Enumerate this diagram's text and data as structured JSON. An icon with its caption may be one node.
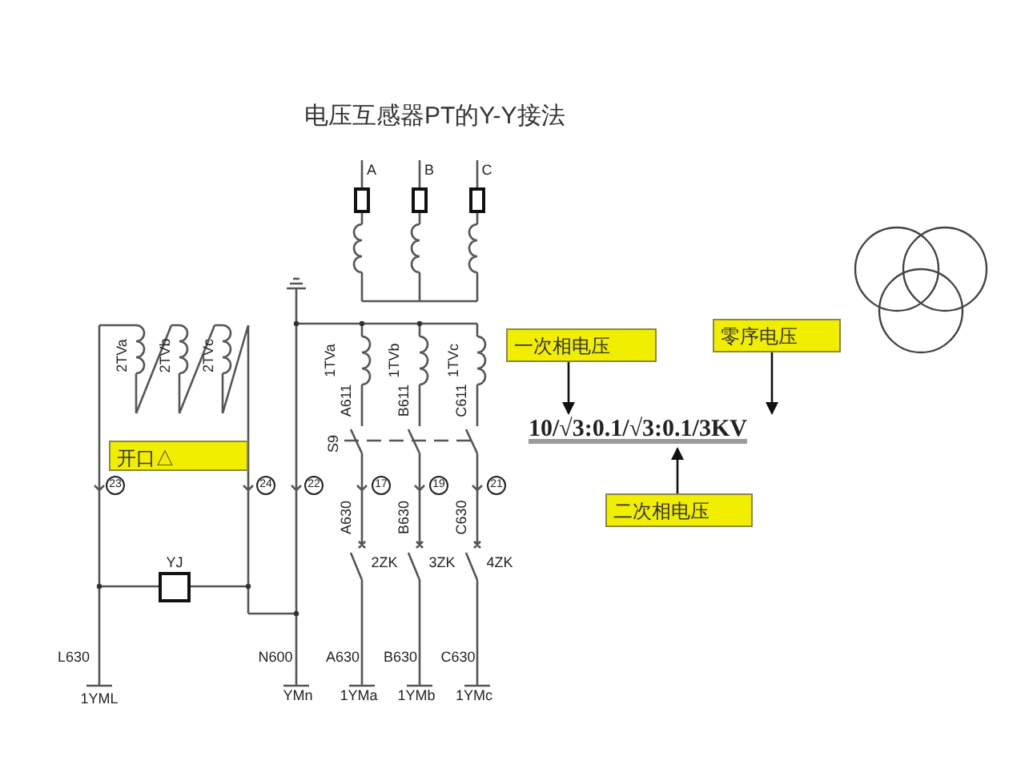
{
  "diagram": {
    "title": "电压互感器PT的Y-Y接法",
    "nodes": [
      {
        "text": [
          "开口△"
        ]
      },
      {
        "text": [
          "一次相电压"
        ]
      },
      {
        "text": [
          "零序电压"
        ]
      },
      {
        "text": [
          "10/√3:0.1/√3:0.1/3KV"
        ]
      },
      {
        "text": [
          "二次相电压"
        ]
      }
    ],
    "edges": [
      {
        "from": 1,
        "to": 3,
        "arrow": "to"
      },
      {
        "from": 2,
        "to": 3,
        "arrow": "to"
      },
      {
        "from": 4,
        "to": 3,
        "arrow": "to"
      }
    ],
    "labels": [
      "A",
      "B",
      "C",
      "2TVa",
      "2TVb",
      "2TVc",
      "1TVa",
      "1TVb",
      "1TVc",
      "S9",
      "A611",
      "B611",
      "C611",
      "23",
      "24",
      "22",
      "17",
      "19",
      "21",
      "A630",
      "B630",
      "C630",
      "YJ",
      "2ZK",
      "3ZK",
      "4ZK",
      "L630",
      "N600",
      "A630",
      "B630",
      "C630",
      "1YML",
      "YMn",
      "1YMa",
      "1YMb",
      "1YMc"
    ]
  }
}
